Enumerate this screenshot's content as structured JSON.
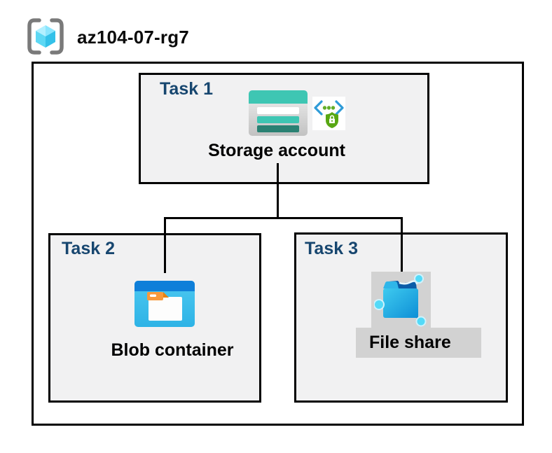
{
  "header": {
    "resource_group": "az104-07-rg7"
  },
  "tasks": {
    "task1": {
      "label": "Task 1",
      "resource": "Storage account"
    },
    "task2": {
      "label": "Task 2",
      "resource": "Blob container"
    },
    "task3": {
      "label": "Task 3",
      "resource": "File share"
    }
  },
  "icons": {
    "header": "resource-group-icon",
    "task1": [
      "storage-account-icon",
      "sas-shield-lock-icon"
    ],
    "task2": [
      "blob-container-icon"
    ],
    "task3": [
      "file-share-icon"
    ]
  },
  "colors": {
    "task_label_navy": "#17466F",
    "box_fill_gray": "#F1F1F2",
    "border_black": "#000000",
    "storage_teal": "#3EC6B3",
    "storage_teal_dark": "#2A8173",
    "blob_header_blue": "#0F7FD9",
    "blob_body_blue": "#3FC1EC",
    "folder_orange": "#F7993B",
    "file_share_flap_blue": "#0B5CA8",
    "network_node_cyan": "#53DAF8",
    "sas_shield_green": "#58A713",
    "sas_bracket_blue": "#2E9BD8",
    "cube_cyan": "#5DD8F4",
    "bracket_gray": "#7A7A7A",
    "icon_backdrop_gray": "#D2D2D2"
  }
}
